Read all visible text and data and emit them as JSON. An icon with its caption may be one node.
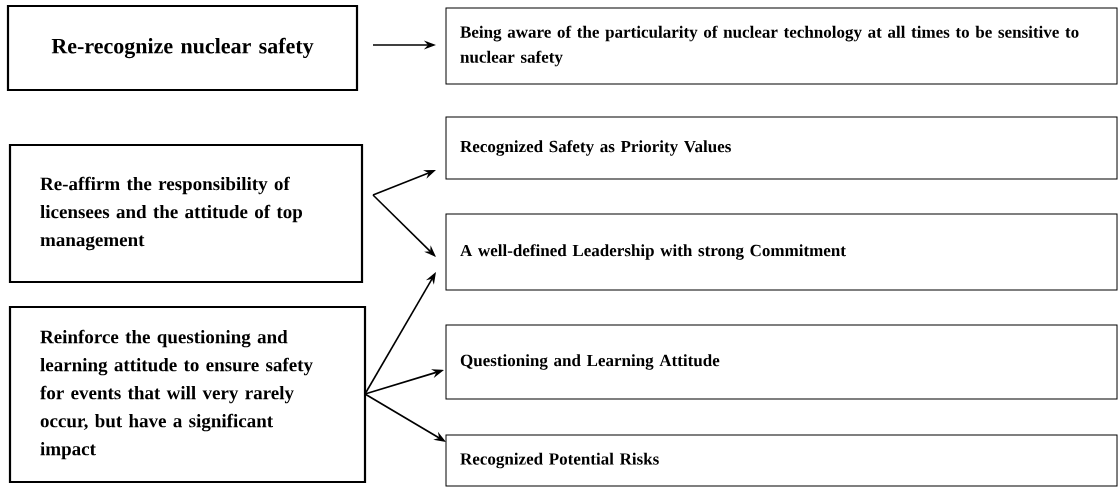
{
  "diagram": {
    "nodes": [
      {
        "text": [
          "Re-recognize nuclear safety"
        ]
      },
      {
        "text": [
          "Re-affirm the responsibility of licensees and the attitude of top management"
        ]
      },
      {
        "text": [
          "Reinforce the questioning and learning attitude to ensure safety for events that will very rarely occur, but have a significant impact"
        ]
      },
      {
        "text": [
          "Being aware of the particularity of nuclear technology at all times to be sensitive to nuclear safety"
        ]
      },
      {
        "text": [
          "Recognized Safety as Priority Values"
        ]
      },
      {
        "text": [
          "A well-defined Leadership with strong  Commitment"
        ]
      },
      {
        "text": [
          "Questioning and Learning Attitude"
        ]
      },
      {
        "text": [
          "Recognized Potential Risks"
        ]
      }
    ],
    "edges": [
      {
        "from": 0,
        "to": 3,
        "arrow": "to"
      },
      {
        "from": 1,
        "to": 4,
        "arrow": "to"
      },
      {
        "from": 1,
        "to": 5,
        "arrow": "to"
      },
      {
        "from": 2,
        "to": 5,
        "arrow": "to"
      },
      {
        "from": 2,
        "to": 6,
        "arrow": "to"
      },
      {
        "from": 2,
        "to": 7,
        "arrow": "to"
      }
    ]
  }
}
